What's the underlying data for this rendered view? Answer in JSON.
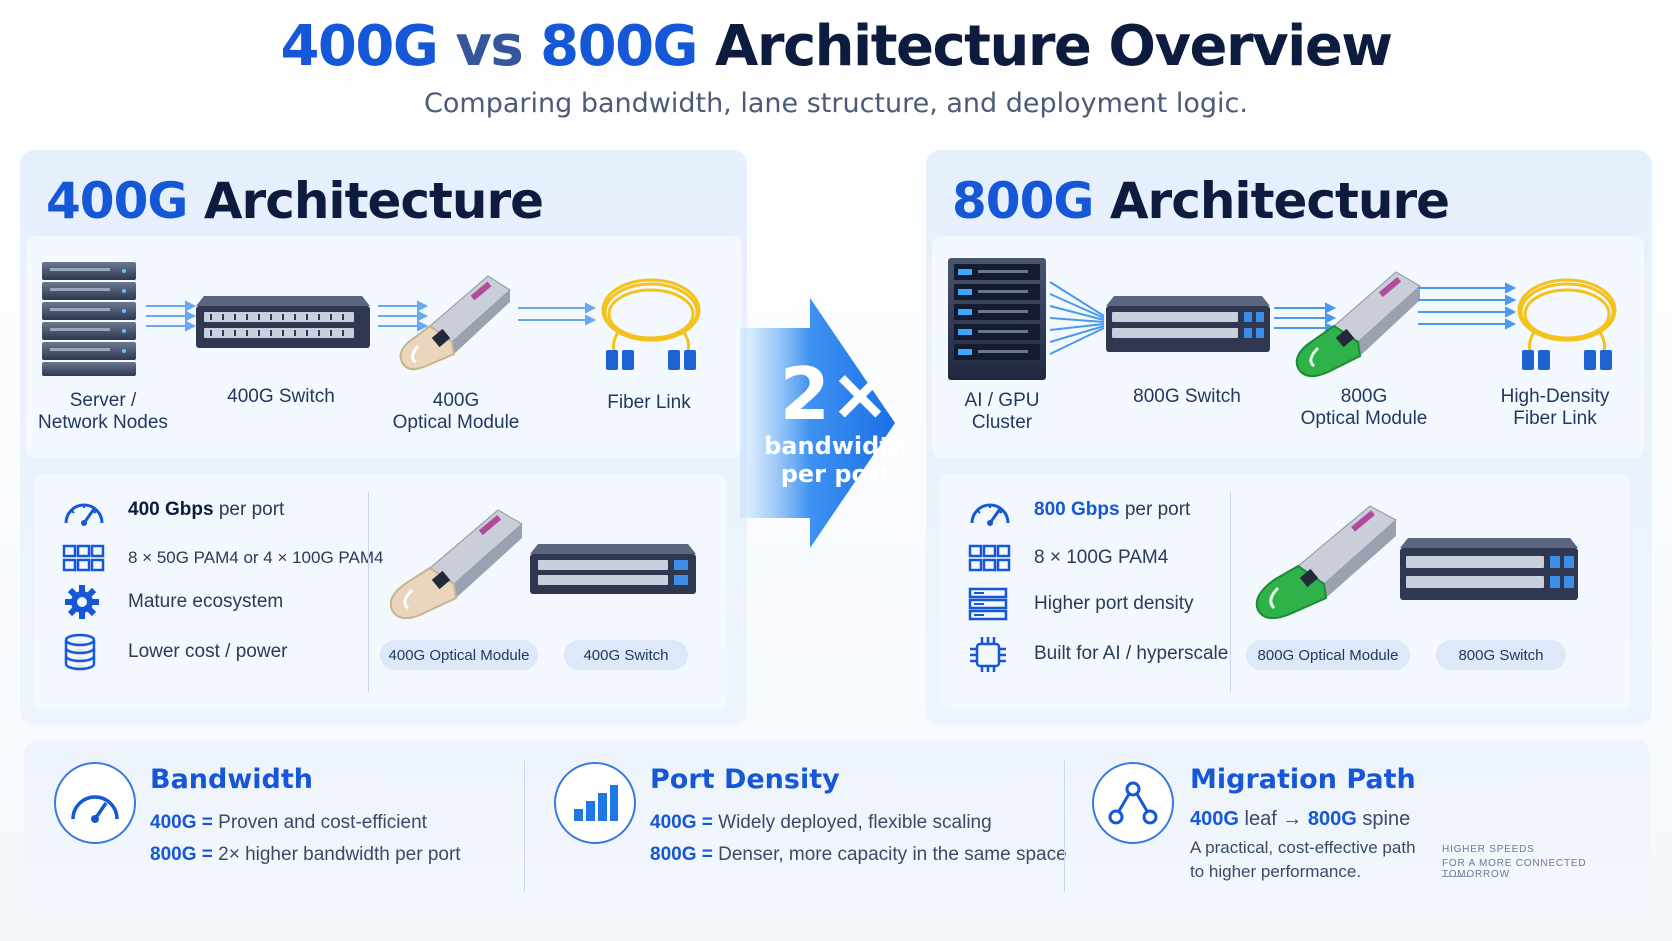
{
  "header": {
    "title_a": "400G",
    "title_vs": "vs",
    "title_b": "800G",
    "title_rest": "Architecture Overview",
    "subtitle": "Comparing bandwidth, lane structure, and deployment logic."
  },
  "left": {
    "title_speed": "400G",
    "title_word": "Architecture",
    "flow": {
      "nodes_l1": "Server /",
      "nodes_l2": "Network Nodes",
      "switch": "400G Switch",
      "module_l1": "400G",
      "module_l2": "Optical Module",
      "fiber": "Fiber Link"
    },
    "specs": {
      "s1_bold": "400 Gbps",
      "s1_rest": "per port",
      "s2": "8 × 50G PAM4 or 4 × 100G PAM4",
      "s3": "Mature ecosystem",
      "s4": "Lower cost / power"
    },
    "pills": {
      "module": "400G Optical Module",
      "switch": "400G Switch"
    }
  },
  "center_arrow": {
    "big": "2×",
    "line1": "bandwidth",
    "line2": "per port"
  },
  "right": {
    "title_speed": "800G",
    "title_word": "Architecture",
    "flow": {
      "cluster_l1": "AI / GPU",
      "cluster_l2": "Cluster",
      "switch": "800G Switch",
      "module_l1": "800G",
      "module_l2": "Optical Module",
      "fiber_l1": "High-Density",
      "fiber_l2": "Fiber Link"
    },
    "specs": {
      "s1_bold": "800 Gbps",
      "s1_rest": "per port",
      "s2": "8 × 100G PAM4",
      "s3": "Higher port density",
      "s4": "Built for AI / hyperscale"
    },
    "pills": {
      "module": "800G Optical Module",
      "switch": "800G Switch"
    }
  },
  "bottom": {
    "bandwidth": {
      "title": "Bandwidth",
      "l1_key": "400G =",
      "l1_val": "Proven and cost-efficient",
      "l2_key": "800G =",
      "l2_val": "2× higher bandwidth per port"
    },
    "density": {
      "title": "Port Density",
      "l1_key": "400G =",
      "l1_val": "Widely deployed, flexible scaling",
      "l2_key": "800G =",
      "l2_val": "Denser, more capacity in the same space"
    },
    "migration": {
      "title": "Migration Path",
      "l1_a": "400G",
      "l1_b": "leaf →",
      "l1_c": "800G",
      "l1_d": "spine",
      "l2": "A practical, cost-effective path",
      "l3": "to higher performance."
    },
    "tagline_l1": "HIGHER SPEEDS",
    "tagline_l2": "FOR A MORE CONNECTED TOMORROW"
  },
  "colors": {
    "accent": "#1557d6",
    "navy": "#0d1b3e",
    "fiber_yellow": "#f4c21b",
    "module_green": "#2fb24a",
    "module_beige": "#e9d6bc"
  }
}
